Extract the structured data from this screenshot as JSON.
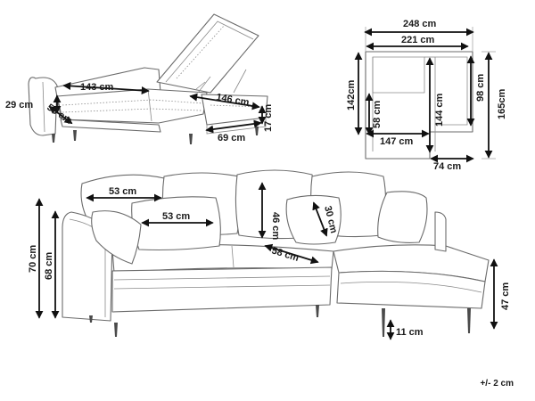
{
  "colors": {
    "outline": "#6b6b6b",
    "dimension_line": "#111111",
    "text": "#1a1a1a",
    "background": "#ffffff"
  },
  "icons": {
    "arrowhead": "arrowhead-icon"
  },
  "tolerance": "+/- 2 cm",
  "bed_view": {
    "mattress_length": "143 cm",
    "seat_height": "29 cm",
    "mattress_depth": "58 cm",
    "storage_length": "146 cm",
    "storage_depth": "69 cm",
    "storage_height": "17 cm"
  },
  "top_view": {
    "total_width": "248 cm",
    "sofa_width": "221 cm",
    "chaise_depth": "142cm",
    "backrest_seat_depth": "58 cm",
    "chaise_inner_length": "144 cm",
    "seat_length": "147 cm",
    "armrest_depth": "98 cm",
    "total_depth": "165cm",
    "chaise_width": "74 cm"
  },
  "front_view": {
    "total_height": "70 cm",
    "back_height": "68 cm",
    "back_cushion_width": "53 cm",
    "cushion_width": "53 cm",
    "back_cushion_height": "46 cm",
    "small_cushion": "30 cm",
    "seat_depth": "58 cm",
    "seat_height": "47 cm",
    "leg_height": "11 cm"
  }
}
